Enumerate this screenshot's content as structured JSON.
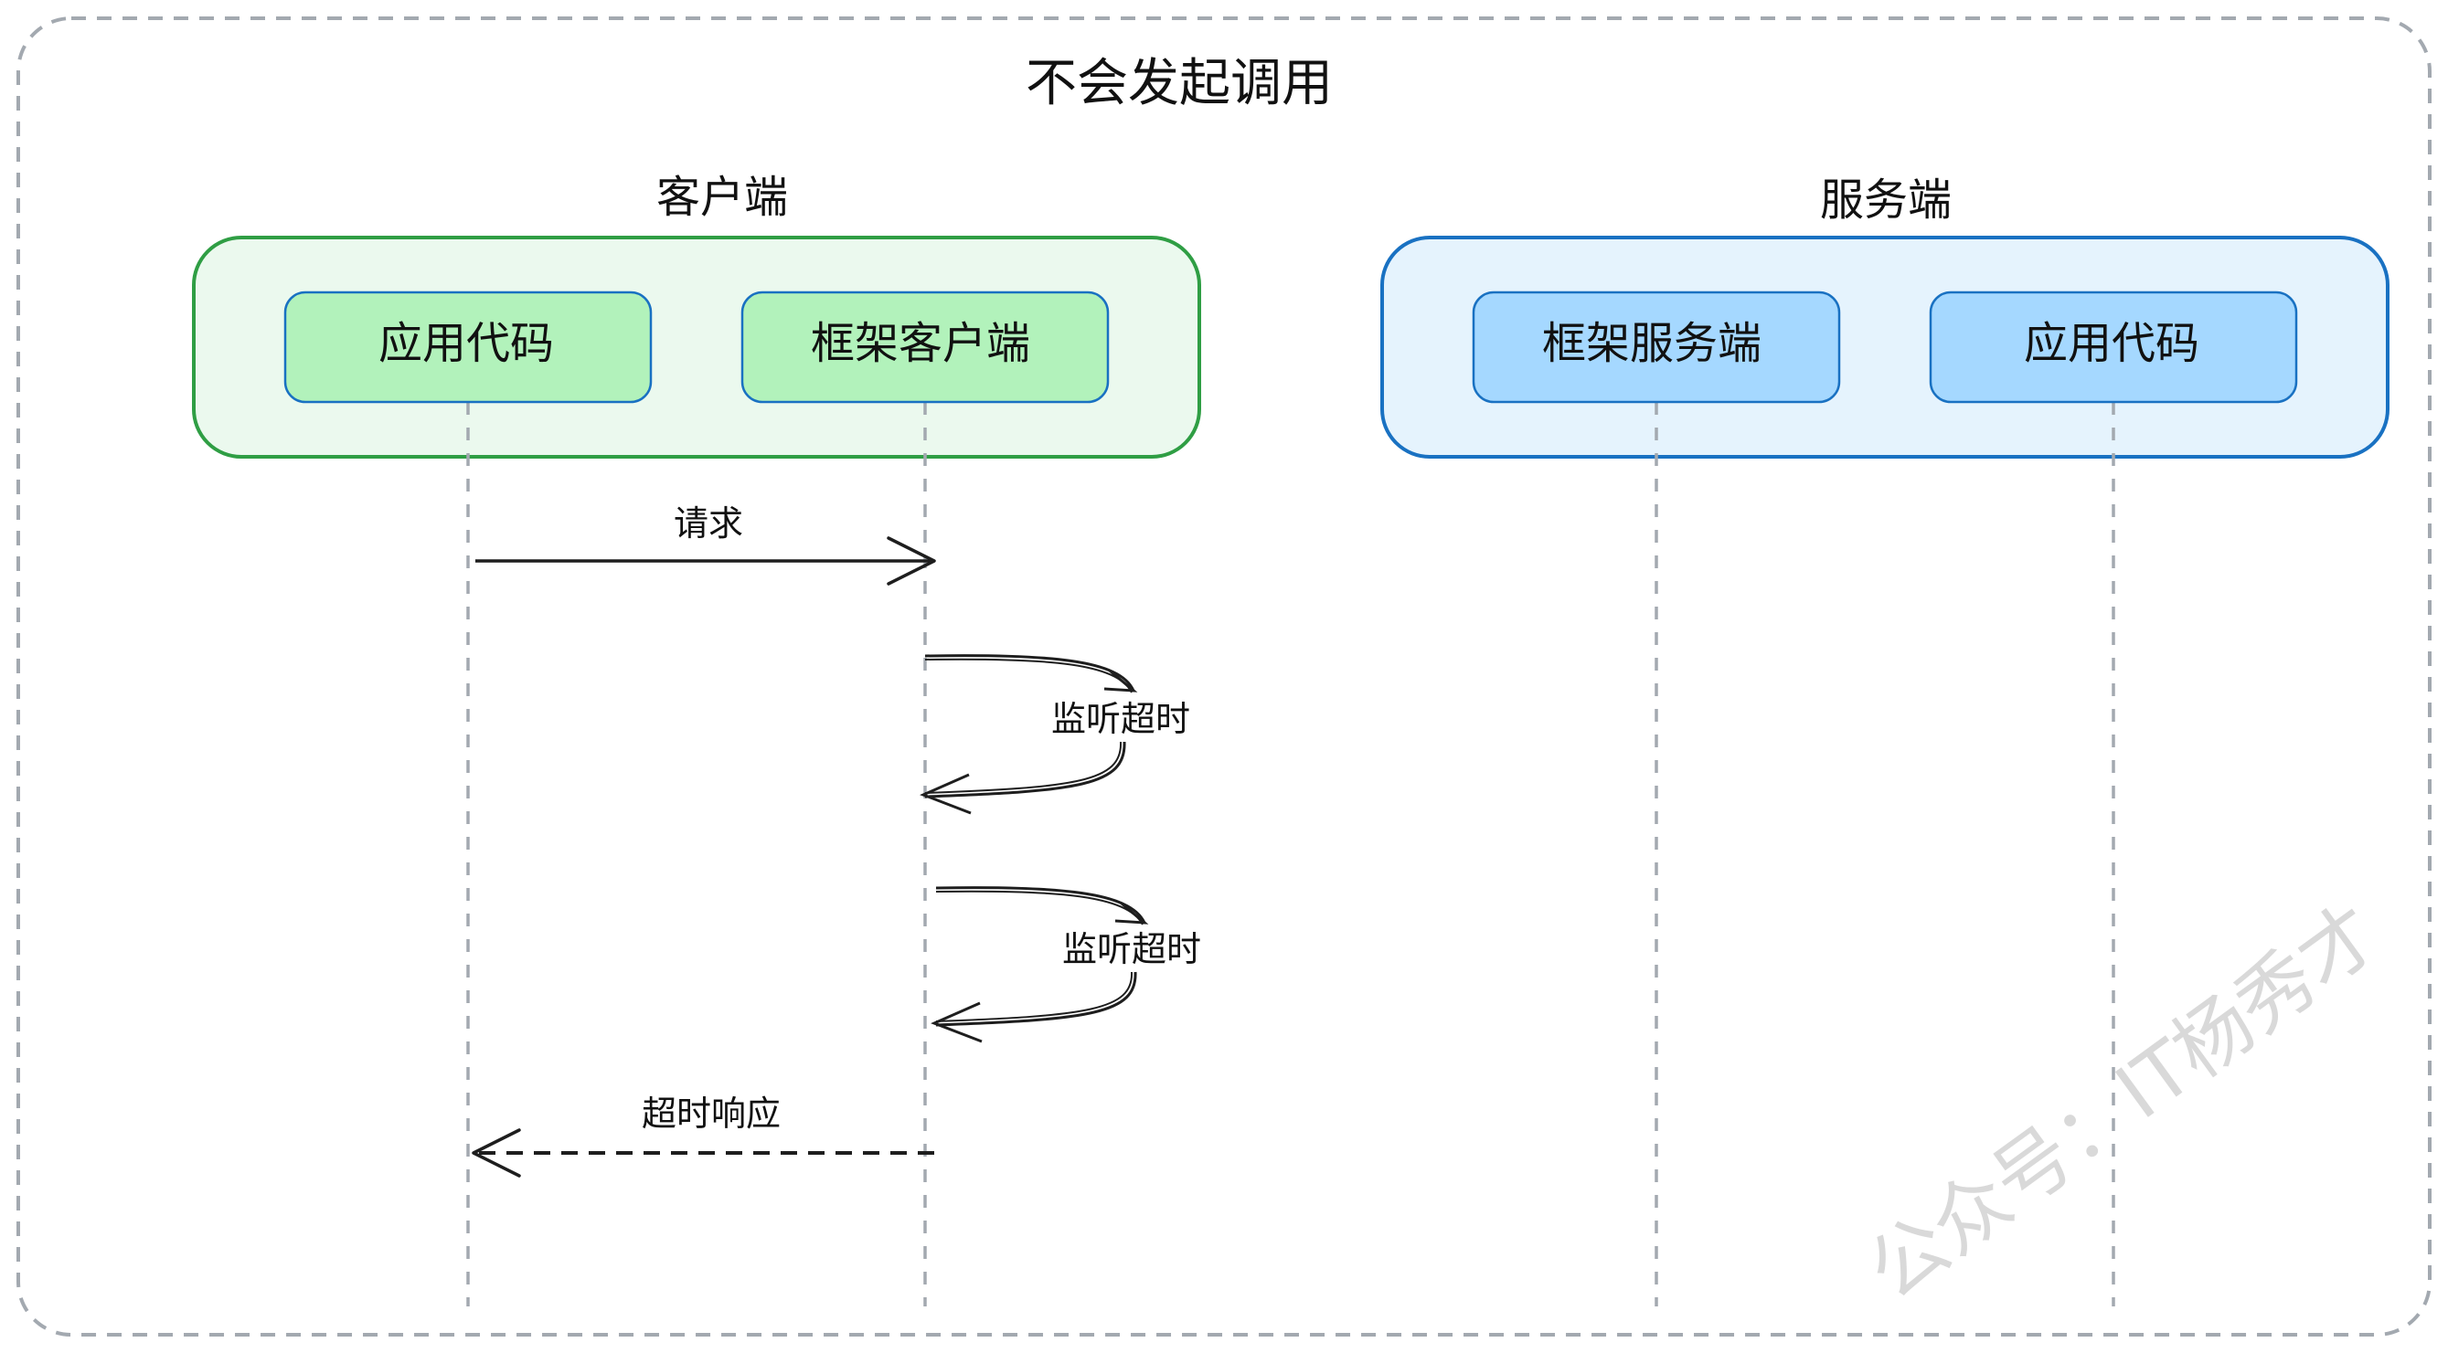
{
  "diagram": {
    "title": "不会发起调用",
    "colors": {
      "frame_border": "#a3a9b0",
      "client_group_fill": "#ebf9ee",
      "client_group_border": "#2f9e44",
      "client_box_fill": "#b2f2bb",
      "server_group_fill": "#e5f3fd",
      "server_group_border": "#1971c2",
      "server_box_fill": "#a5d8ff",
      "box_border": "#1971c2",
      "lifeline": "#a3a9b0",
      "arrow": "#1e1e1e",
      "watermark": "#d7d7d7"
    },
    "groups": {
      "client": {
        "label": "客户端",
        "participants": [
          "应用代码",
          "框架客户端"
        ]
      },
      "server": {
        "label": "服务端",
        "participants": [
          "框架服务端",
          "应用代码"
        ]
      }
    },
    "messages": [
      {
        "label": "请求",
        "from": "应用代码",
        "to": "框架客户端",
        "style": "solid"
      },
      {
        "label": "监听超时",
        "from": "框架客户端",
        "to": "框架客户端",
        "style": "self"
      },
      {
        "label": "监听超时",
        "from": "框架客户端",
        "to": "框架客户端",
        "style": "self"
      },
      {
        "label": "超时响应",
        "from": "框架客户端",
        "to": "应用代码",
        "style": "dashed"
      }
    ],
    "watermark": "公众号：IT杨秀才"
  }
}
